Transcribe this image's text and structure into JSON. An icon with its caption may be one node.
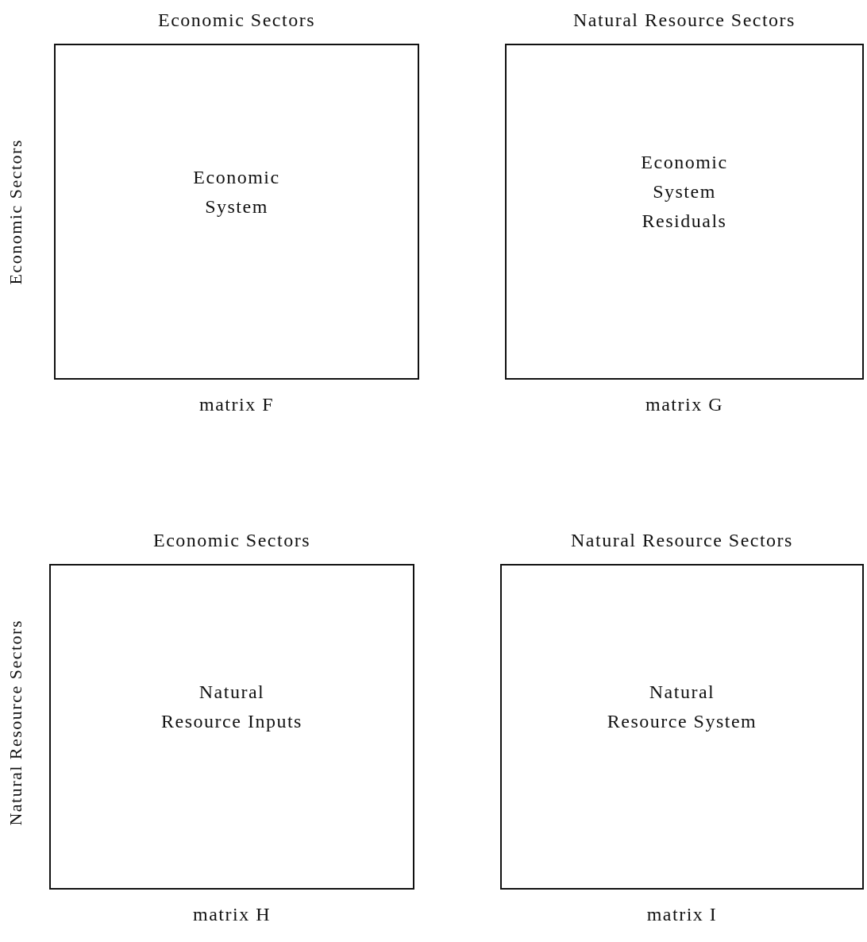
{
  "diagram": {
    "nodes": [
      {
        "text": [
          "Economic Sectors",
          "Economic System"
        ],
        "beside": [
          "matrix F"
        ]
      },
      {
        "text": [
          "Natural Resource Sectors",
          "Economic System Residuals"
        ],
        "beside": [
          "matrix G"
        ]
      },
      {
        "text": [
          "Economic Sectors",
          "Natural Resource Inputs"
        ],
        "beside": [
          "matrix H"
        ]
      },
      {
        "text": [
          "Natural Resource Sectors",
          "Natural Resource System"
        ],
        "beside": [
          "matrix I"
        ]
      }
    ],
    "labels": [
      "Economic Sectors",
      "Natural Resource Sectors"
    ]
  }
}
